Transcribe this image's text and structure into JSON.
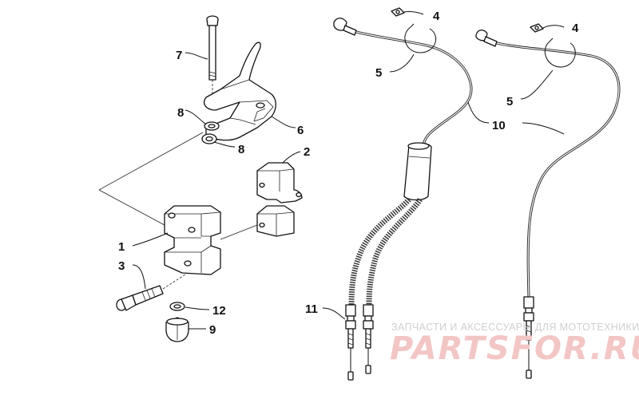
{
  "callouts": {
    "c1": "1",
    "c2": "2",
    "c3": "3",
    "c4a": "4",
    "c4b": "4",
    "c5a": "5",
    "c5b": "5",
    "c6": "6",
    "c7": "7",
    "c8a": "8",
    "c8b": "8",
    "c9": "9",
    "c10": "10",
    "c11": "11",
    "c12": "12"
  },
  "watermark": {
    "tagline": "ЗАПЧАСТИ И АКСЕССУАРЫ ДЛЯ МОТОТЕХНИКИ",
    "brand": "PARTSFOR.RU"
  },
  "colors": {
    "line": "#111111",
    "watermark_brand": "#f3c6c6",
    "watermark_tagline": "#cfcfcf"
  }
}
